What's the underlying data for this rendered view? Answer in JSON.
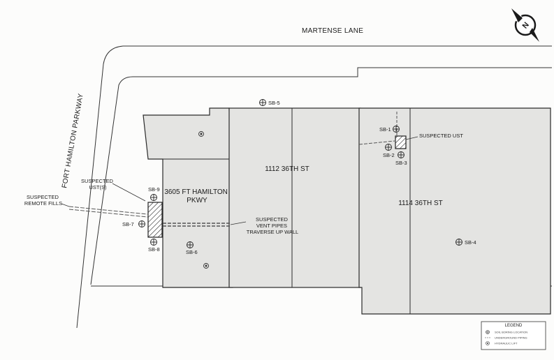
{
  "streets": {
    "north": "MARTENSE LANE",
    "west": "FORT HAMILTON PARKWAY"
  },
  "parcels": [
    {
      "line1": "3605 FT HAMILTON",
      "line2": "PKWY"
    },
    {
      "line1": "1112 36TH ST"
    },
    {
      "line1": "1114 36TH ST"
    }
  ],
  "borings": {
    "sb1": "SB-1",
    "sb2": "SB-2",
    "sb3": "SB-3",
    "sb4": "SB-4",
    "sb5": "SB-5",
    "sb6": "SB-6",
    "sb7": "SB-7",
    "sb8": "SB-8",
    "sb9": "SB-9"
  },
  "annotations": {
    "remote_fills": [
      "SUSPECTED",
      "REMOTE FILLS"
    ],
    "usts": [
      "SUSPECTED",
      "UST(S)"
    ],
    "vent_pipes": [
      "SUSPECTED",
      "VENT PIPES",
      "TRAVERSE UP WALL"
    ],
    "suspected_ust": "SUSPECTED UST"
  },
  "legend": {
    "title": "LEGEND",
    "items": [
      "SOIL BORING LOCATION",
      "UNDERGROUND PIPING",
      "HYDRAULIC LIFT"
    ]
  },
  "north_arrow": {
    "label": "N",
    "icon": "north-arrow-icon"
  },
  "colors": {
    "building_fill": "#e4e4e2",
    "line": "#2a2a2a",
    "pipe": "#555555"
  }
}
